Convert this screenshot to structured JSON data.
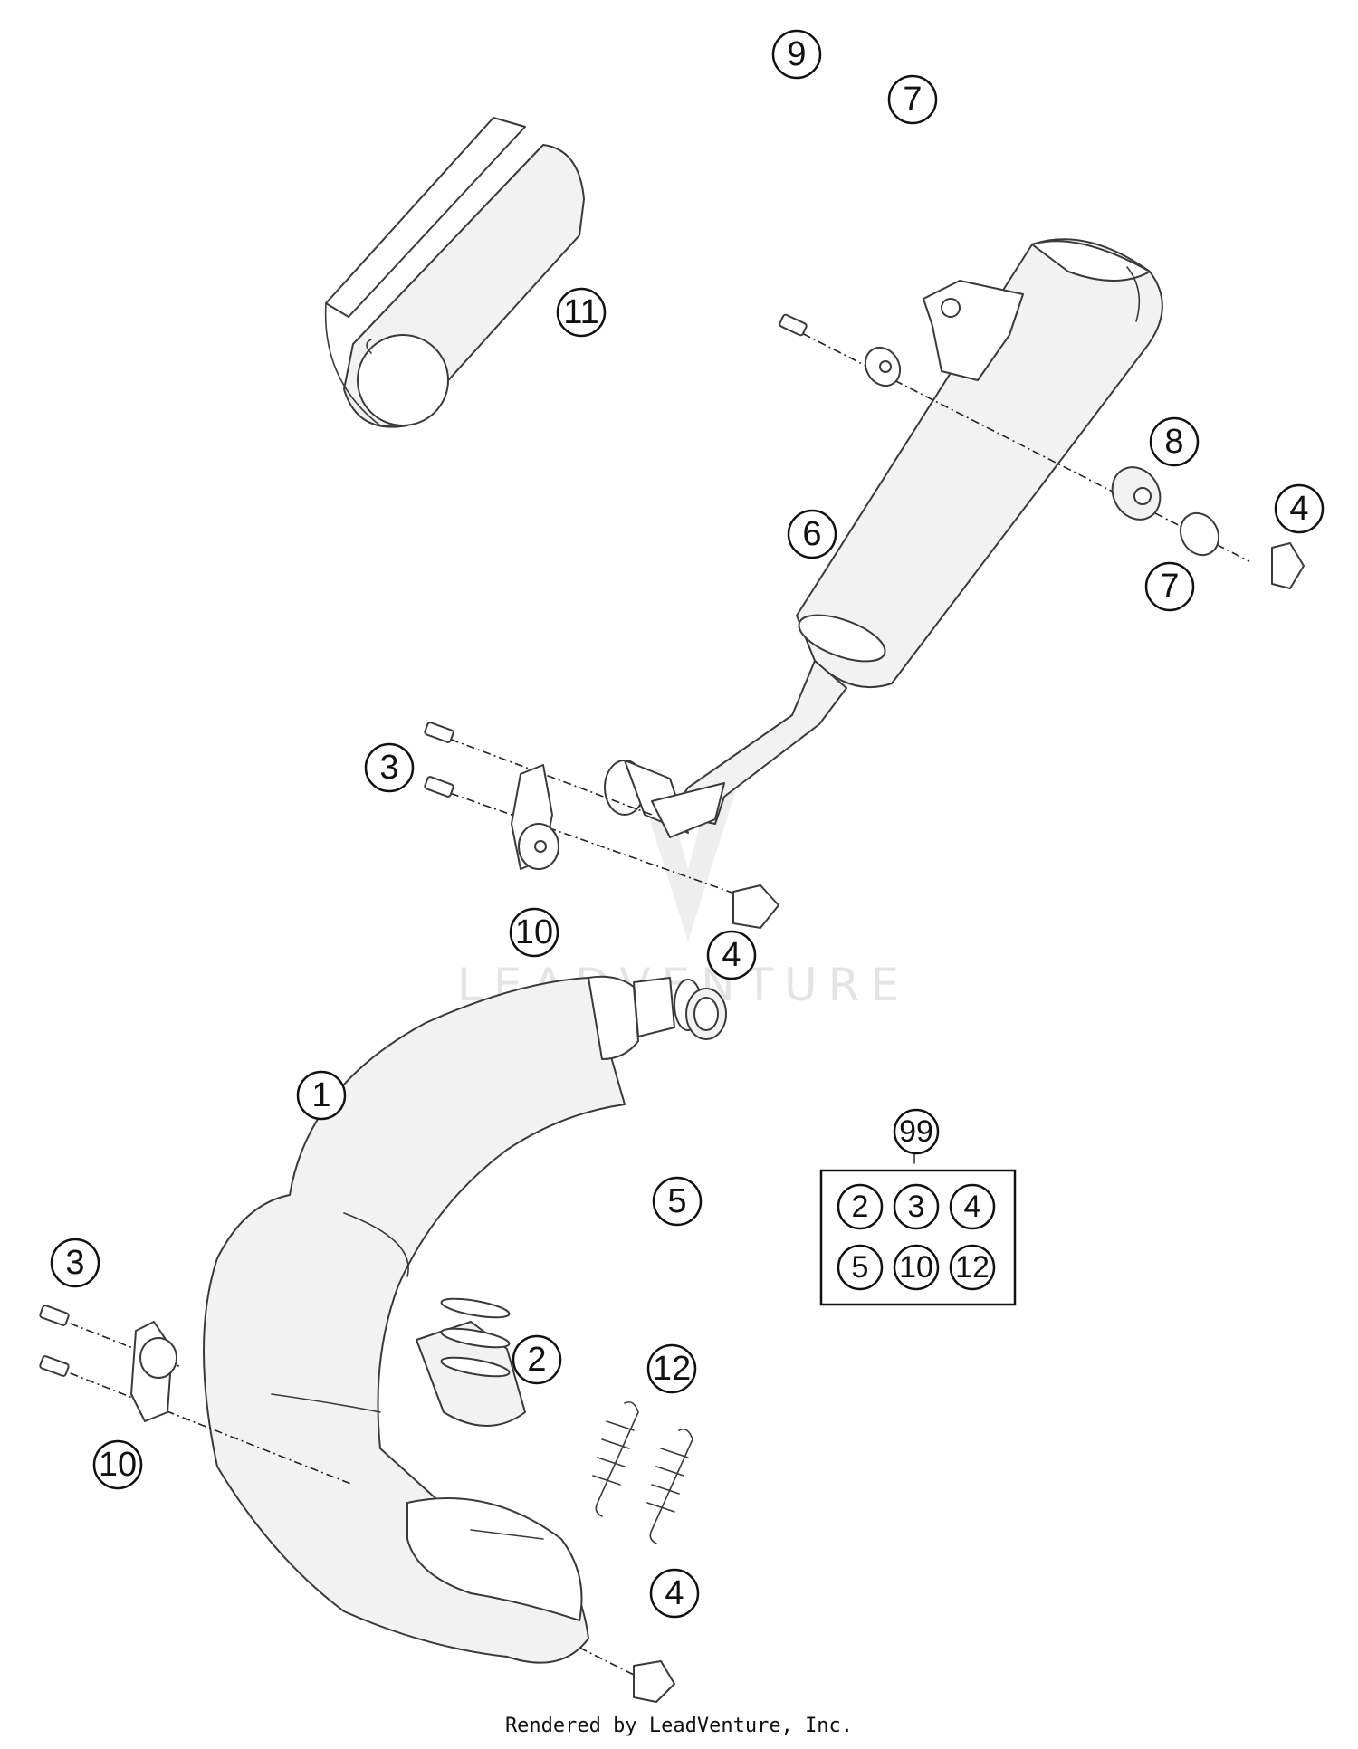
{
  "watermark": "LEADVENTURE",
  "credit": "Rendered by LeadVenture, Inc.",
  "callouts": {
    "c1": "1",
    "c2": "2",
    "c3_top": "3",
    "c3_bottom": "3",
    "c4_right": "4",
    "c4_mid": "4",
    "c4_bottom": "4",
    "c5": "5",
    "c6": "6",
    "c7_top": "7",
    "c7_bottom": "7",
    "c8": "8",
    "c9": "9",
    "c10_top": "10",
    "c10_bottom": "10",
    "c11": "11",
    "c12": "12"
  },
  "kit": {
    "number": "99",
    "contents": [
      "2",
      "3",
      "4",
      "5",
      "10",
      "12"
    ]
  }
}
